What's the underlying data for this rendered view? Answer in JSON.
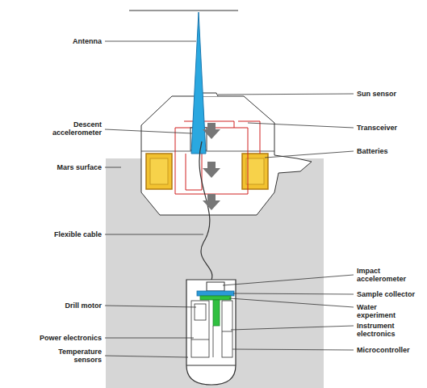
{
  "diagram": {
    "labels": [
      "Antenna",
      "Sun sensor",
      "Descent accelerometer",
      "Transceiver",
      "Batteries",
      "Mars surface",
      "Flexible cable",
      "Impact accelerometer",
      "Sample collector",
      "Drill motor",
      "Water experiment",
      "Power electronics",
      "Instrument electronics",
      "Temperature sensors",
      "Microcontroller"
    ]
  }
}
